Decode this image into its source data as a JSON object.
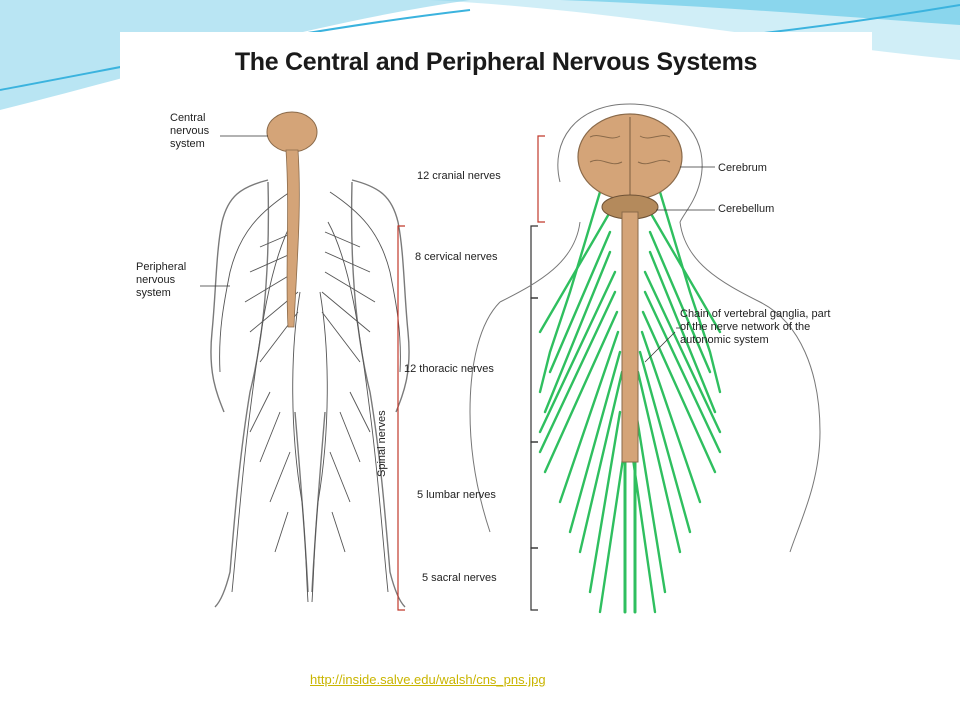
{
  "slide": {
    "title": "The Central and Peripheral Nervous Systems",
    "source_link": "http://inside.salve.edu/walsh/cns_pns.jpg",
    "colors": {
      "accent_blue": "#5bc6e6",
      "link": "#c9b500",
      "brain": "#d4a478",
      "nerves_green": "#2fbf5f",
      "bracket_red": "#c0392b"
    }
  },
  "figure": {
    "left_labels": {
      "cns": "Central\nnervous\nsystem",
      "pns": "Peripheral\nnervous\nsystem"
    },
    "segments": {
      "cranial": "12 cranial nerves",
      "cervical": "8 cervical nerves",
      "thoracic": "12 thoracic nerves",
      "lumbar": "5 lumbar nerves",
      "sacral": "5 sacral nerves"
    },
    "spinal_nerves": "Spinal nerves",
    "right_labels": {
      "cerebrum": "Cerebrum",
      "cerebellum": "Cerebellum",
      "ganglia": "Chain of vertebral ganglia, part\nof the nerve network of the\nautonomic system"
    }
  }
}
